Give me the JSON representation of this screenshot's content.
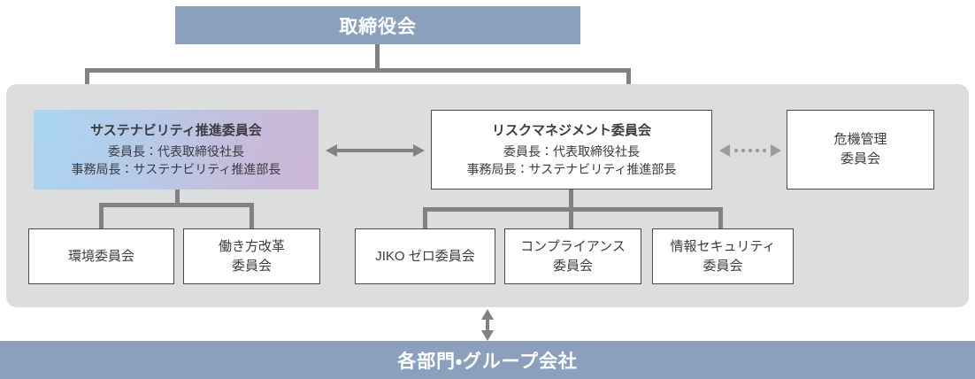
{
  "top": {
    "board_label": "取締役会"
  },
  "bottom": {
    "departments_label": "各部門・グループ会社"
  },
  "main_committees": {
    "sustainability": {
      "title": "サステナビリティ推進委員会",
      "chair": "委員長：代表取締役社長",
      "secretariat": "事務局長：サステナビリティ推進部長",
      "gradient_from": "#a9d6f2",
      "gradient_to": "#cbb6d5"
    },
    "risk_management": {
      "title": "リスクマネジメント委員会",
      "chair": "委員長：代表取締役社長",
      "secretariat": "事務局長：サステナビリティ推進部長"
    },
    "crisis_management": {
      "line1": "危機管理",
      "line2": "委員会"
    }
  },
  "sub_committees": {
    "environment": {
      "line1": "環境委員会",
      "line2": ""
    },
    "work_style": {
      "line1": "働き方改革",
      "line2": "委員会"
    },
    "jiko_zero": {
      "line1": "JIKO ゼロ委員会",
      "line2": ""
    },
    "compliance": {
      "line1": "コンプライアンス",
      "line2": "委員会"
    },
    "info_security": {
      "line1": "情報セキュリティ",
      "line2": "委員会"
    }
  },
  "connectors": {
    "sustainability_risk_arrow": "double-arrow-solid",
    "risk_crisis_arrow": "double-arrow-dotted",
    "panel_departments_arrow": "double-arrow-vertical"
  },
  "colors": {
    "banner": "#8ba0bd",
    "panel": "#dcdddd",
    "line": "#808285",
    "box_border": "#4a4a4a",
    "text": "#3b3b42"
  }
}
